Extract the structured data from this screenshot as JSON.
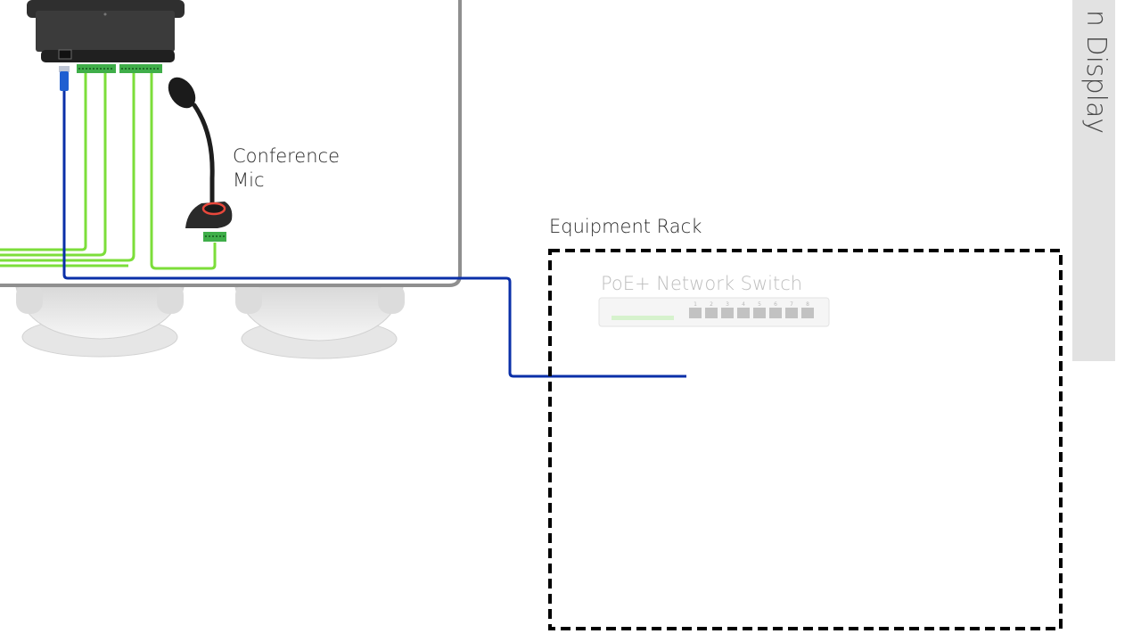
{
  "labels": {
    "conference_mic": "Conference\nMic",
    "equipment_rack": "Equipment Rack",
    "network_switch": "PoE+ Network Switch",
    "display": "n Display"
  },
  "switch": {
    "port_numbers": [
      "1",
      "2",
      "3",
      "4",
      "5",
      "6",
      "7",
      "8"
    ]
  },
  "colors": {
    "network_cable": "#0a2fa8",
    "audio_cable": "#7cde3a",
    "terminal_block": "#3fae49",
    "mic_ring": "#e8483c",
    "rack_border": "#000000",
    "room_wall": "#8f8f8f",
    "display_panel": "#e2e2e2"
  }
}
